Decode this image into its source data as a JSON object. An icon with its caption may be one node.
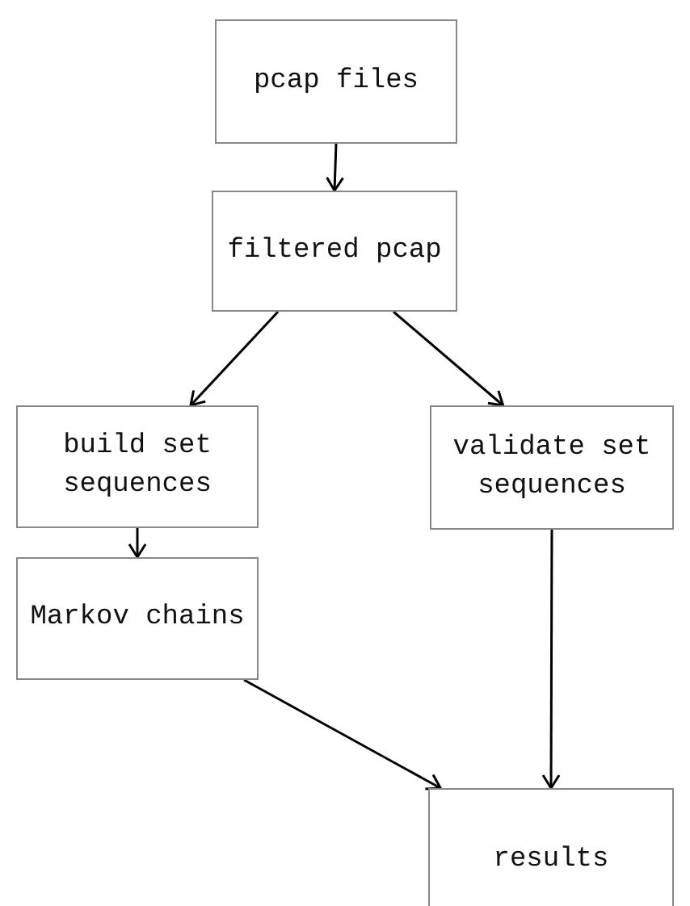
{
  "diagram": {
    "nodes": [
      {
        "text": [
          "pcap files"
        ]
      },
      {
        "text": [
          "filtered pcap"
        ]
      },
      {
        "text": [
          "build set sequences"
        ]
      },
      {
        "text": [
          "validate set sequences"
        ]
      },
      {
        "text": [
          "Markov chains"
        ]
      },
      {
        "text": [
          "results"
        ]
      }
    ],
    "edges": [
      {
        "from": 0,
        "to": 1,
        "arrow": "to"
      },
      {
        "from": 1,
        "to": 2,
        "arrow": "to"
      },
      {
        "from": 1,
        "to": 3,
        "arrow": "to"
      },
      {
        "from": 2,
        "to": 4,
        "arrow": "to"
      },
      {
        "from": 3,
        "to": 5,
        "arrow": "to"
      },
      {
        "from": 4,
        "to": 5,
        "arrow": "to"
      }
    ]
  }
}
